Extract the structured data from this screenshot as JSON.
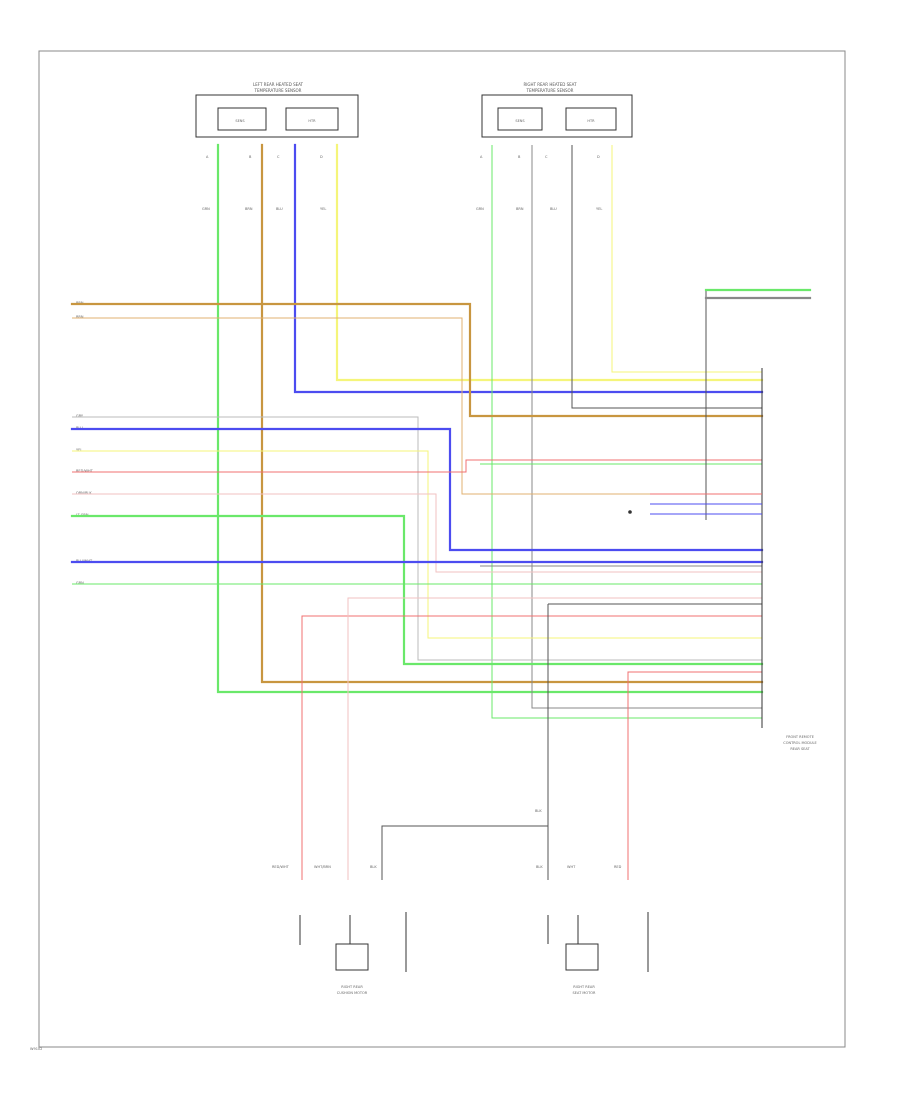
{
  "colors": {
    "yellow": "#f5f57a",
    "blue": "#4c4cf0",
    "orange": "#c89640",
    "green": "#6ae86a",
    "red": "#f07070",
    "gray": "#bbbbbb",
    "black": "#555555",
    "pink": "#f2c2c2",
    "violet": "#8c6cf0",
    "frame": "#888888"
  },
  "upper_left_assembly": {
    "title_1": "LEFT REAR HEATED SEAT",
    "title_2": "TEMPERATURE SENSOR",
    "pin_labels": [
      "A",
      "B",
      "C",
      "D"
    ],
    "sensor_label": "SENS",
    "heater_label": "HTR",
    "wire_labels": [
      "GRN",
      "BRN",
      "BLU",
      "YEL"
    ]
  },
  "upper_right_assembly": {
    "title_1": "RIGHT REAR HEATED SEAT",
    "title_2": "TEMPERATURE SENSOR",
    "pin_labels": [
      "A",
      "B",
      "C",
      "D"
    ],
    "sensor_label": "SENS",
    "heater_label": "HTR",
    "wire_labels": [
      "GRN",
      "BRN",
      "BLU",
      "YEL"
    ]
  },
  "left_connector": {
    "labels": [
      "BRN",
      "BRN",
      "GRY",
      "BLU",
      "YEL",
      "RED/WHT",
      "ORN/BLK",
      "LT GRN",
      "BLU/WHT",
      "GRN"
    ]
  },
  "module": {
    "name_1": "FRONT REMOTE",
    "name_2": "CONTROL MODULE",
    "name_3": "REAR SEAT"
  },
  "bottom_left_assembly": {
    "label_1": "RIGHT REAR",
    "label_2": "CUSHION MOTOR",
    "wire_labels": [
      "RED/WHT",
      "WHT/BRN",
      "BLK"
    ]
  },
  "bottom_right_assembly": {
    "label_1": "RIGHT REAR",
    "label_2": "SEAT MOTOR",
    "wire_labels": [
      "BLK",
      "WHT",
      "RED"
    ]
  },
  "junction_label": "BLK",
  "page_ref": "W9102"
}
